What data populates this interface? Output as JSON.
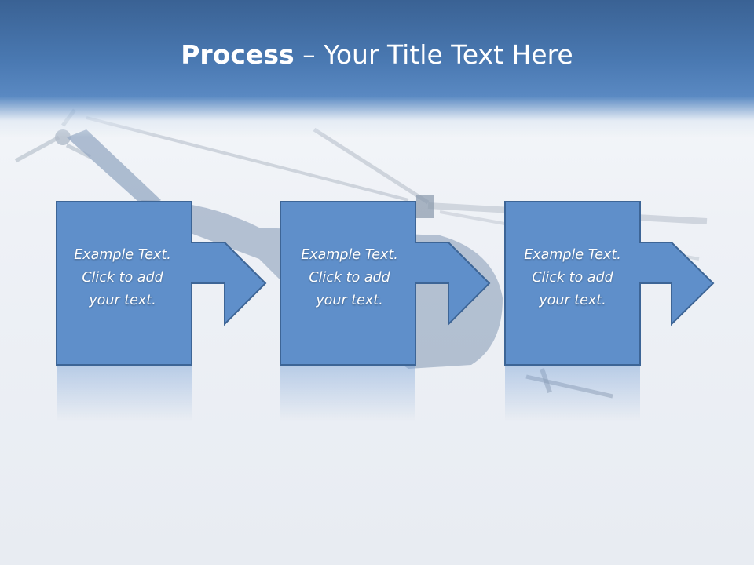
{
  "title": {
    "bold": "Process",
    "rest": " – Your Title Text Here"
  },
  "steps": [
    {
      "line1": "Example Text.",
      "line2": "Click  to add",
      "line3": "your text."
    },
    {
      "line1": "Example Text.",
      "line2": "Click  to add",
      "line3": "your text."
    },
    {
      "line1": "Example Text.",
      "line2": "Click  to add",
      "line3": "your text."
    }
  ],
  "colors": {
    "header": "#4a79b2",
    "box_fill": "#5f8fca",
    "box_stroke": "#3d6596",
    "text": "#ffffff"
  },
  "icons": {
    "background_image": "helicopter"
  }
}
